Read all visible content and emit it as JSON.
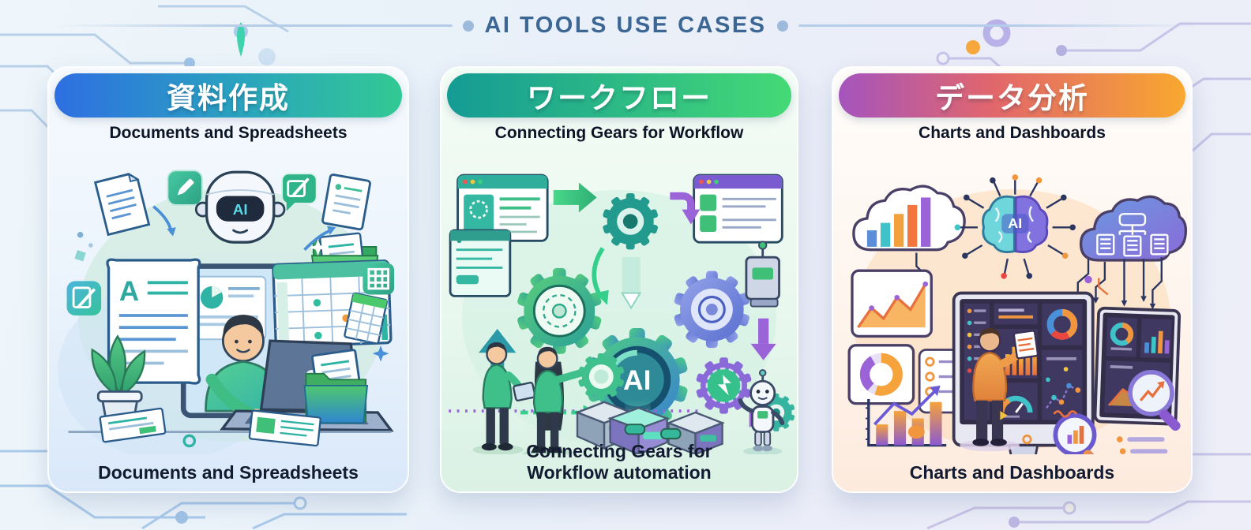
{
  "page": {
    "title": "AI TOOLS USE CASES"
  },
  "cards": [
    {
      "title_jp": "資料作成",
      "subtitle": "Documents and Spreadsheets",
      "caption": "Documents and Spreadsheets",
      "ai_label": "AI",
      "document_letter": "A",
      "header_gradient": [
        "#2e6fe2",
        "#32c993"
      ],
      "panel_tint": "#eaf3fc",
      "illustration_elements": [
        "ai-robot-head-icon",
        "document-icon",
        "pencil-badge-icon",
        "speech-bubble-icon",
        "folder-icon",
        "spreadsheet-icon",
        "person-typing-on-laptop",
        "laptop-icon",
        "potted-plant-icon",
        "mini-bar-chart-icon",
        "pie-chart-document-icon",
        "grid-table-icon"
      ]
    },
    {
      "title_jp": "ワークフロー",
      "subtitle": "Connecting Gears for Workflow",
      "caption_line1": "Connecting Gears for",
      "caption_line2": "Workflow automation",
      "ai_label": "AI",
      "header_gradient": [
        "#149b94",
        "#45d976"
      ],
      "panel_tint": "#e9f8ef",
      "illustration_elements": [
        "browser-window-icon",
        "gear-icon",
        "central-ai-gear-icon",
        "flow-arrow-icon",
        "person-with-tablet",
        "person-touching-gear",
        "connected-module-cubes",
        "lightning-gear-icon",
        "assistant-robot-icon"
      ]
    },
    {
      "title_jp": "データ分析",
      "subtitle": "Charts and Dashboards",
      "caption": "Charts and Dashboards",
      "ai_label": "AI",
      "header_gradient": [
        "#a554be",
        "#e2676b",
        "#f8a82f"
      ],
      "panel_tint": "#fef7f1",
      "illustration_elements": [
        "cloud-bar-chart-icon",
        "ai-brain-circuit-icon",
        "cloud-database-icon",
        "dashboard-monitor-icon",
        "analyst-person",
        "axis-bar-chart-icon",
        "line-chart-card-icon",
        "donut-chart-card-icon",
        "magnifier-chart-icon"
      ]
    }
  ]
}
